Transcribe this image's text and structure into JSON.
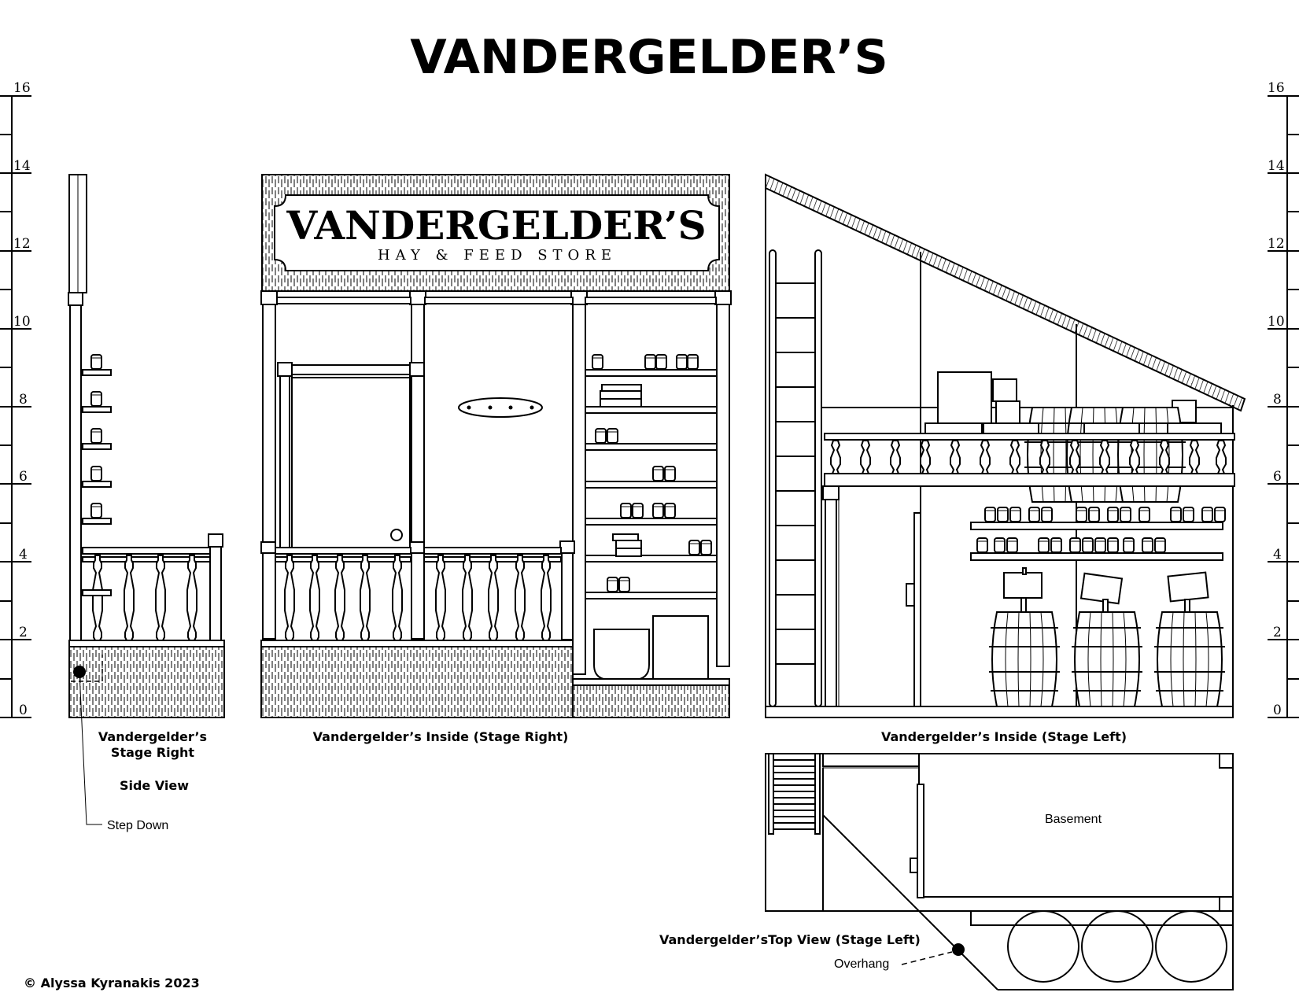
{
  "title": "VANDERGELDER’S",
  "sign": {
    "main": "VANDERGELDER’S",
    "sub": "HAY & FEED STORE"
  },
  "ruler": {
    "ticks": [
      "0",
      "2",
      "4",
      "6",
      "8",
      "10",
      "12",
      "14",
      "16"
    ]
  },
  "labels": {
    "side_view_1": "Vandergelder’s",
    "side_view_2": "Stage Right",
    "side_view_3": "Side View",
    "step_down": "Step Down",
    "inside_stage_right": "Vandergelder’s Inside (Stage Right)",
    "inside_stage_left": "Vandergelder’s Inside (Stage Left)",
    "top_view": "Vandergelder’sTop View (Stage Left)",
    "overhang": "Overhang",
    "basement": "Basement"
  },
  "copyright": "© Alyssa Kyranakis 2023"
}
